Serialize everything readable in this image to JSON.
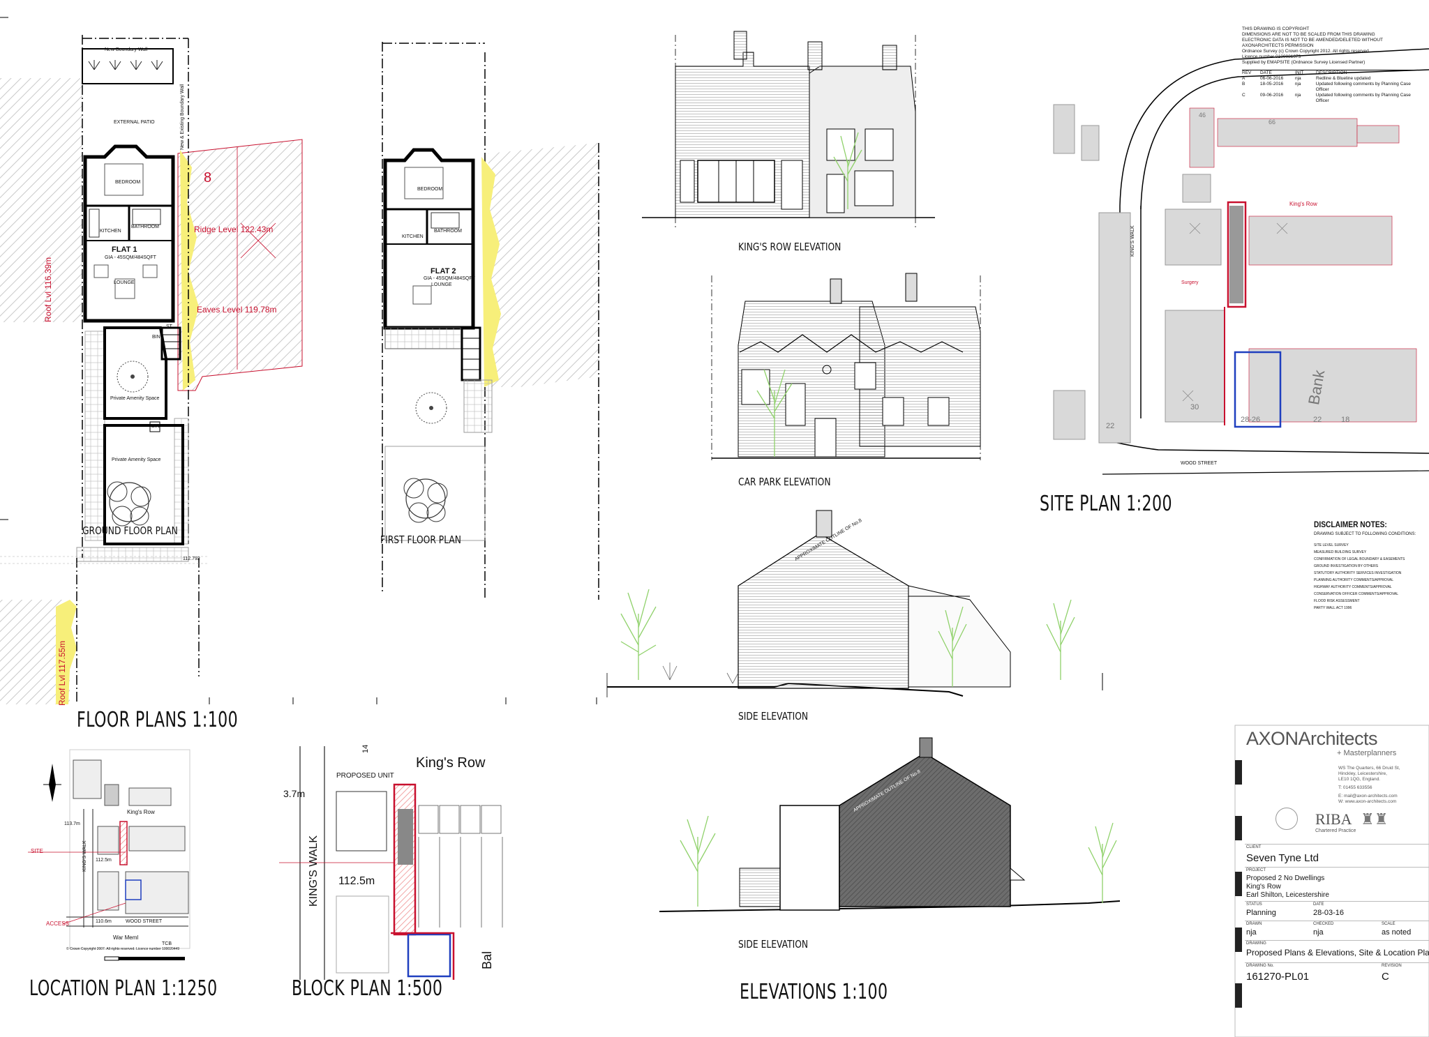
{
  "floor_plans": {
    "title": "FLOOR PLANS 1:100",
    "ground": {
      "label": "GROUND FLOOR PLAN",
      "boundary_wall": "New Boundary Wall",
      "existing_wall": "New & Existing Boundary Wall",
      "patio": "EXTERNAL PATIO",
      "bedroom": "BEDROOM",
      "bathroom": "BATHROOM",
      "kitchen": "KITCHEN",
      "flat": "FLAT 1",
      "flat_area": "GIA - 45SQM/484SQFT",
      "lounge": "LOUNGE",
      "store": "ST",
      "bin1": "BIN",
      "bin2": "BIN",
      "amenity1": "Private Amenity Space",
      "amenity2": "Private Amenity Space",
      "plot_number": "8",
      "ridge": "Ridge Level 122.43m",
      "eaves": "Eaves Level 119.78m",
      "roof_left": "Roof Lvl 116.39m",
      "roof_left2": "Roof Lvl 117.55m",
      "level_mark": "112.792"
    },
    "first": {
      "label": "FIRST FLOOR PLAN",
      "bedroom": "BEDROOM",
      "bathroom": "BATHROOM",
      "kitchen": "KITCHEN",
      "flat": "FLAT 2",
      "flat_area": "GIA - 45SQM/484SQFT",
      "lounge": "LOUNGE"
    }
  },
  "elevations": {
    "title": "ELEVATIONS 1:100",
    "kings_row": "KING'S ROW ELEVATION",
    "car_park": "CAR PARK ELEVATION",
    "side1": "SIDE ELEVATION",
    "side2": "SIDE ELEVATION",
    "party_label": "APPROXIMATE OUTLINE OF No.8"
  },
  "site_plan": {
    "title": "SITE PLAN 1:200",
    "kings_row": "King's Row",
    "kings_walk": "KING'S WALK",
    "surgery": "Surgery",
    "wood_street": "WOOD STREET",
    "bank": "Bank",
    "numbers": [
      "46",
      "66",
      "22",
      "30",
      "28-26",
      "22",
      "18"
    ]
  },
  "location_plan": {
    "title": "LOCATION PLAN 1:1250",
    "kings_row": "King's Row",
    "kings_walk": "KING'S WALK",
    "site": "SITE",
    "access": "ACCESS",
    "wood_street": "WOOD STREET",
    "war_memorial": "War Meml",
    "tcb": "TCB",
    "lvl1": "113.7m",
    "lvl2": "112.5m",
    "lvl3": "110.6m",
    "copyright": "© Crown Copyright 2007. All rights reserved. Licence number 100020449"
  },
  "block_plan": {
    "title": "BLOCK PLAN 1:500",
    "kings_row": "King's Row",
    "kings_walk": "KING'S WALK",
    "proposed": "PROPOSED UNIT",
    "level": "112.5m",
    "level_top": "3.7m",
    "number": "14",
    "bal": "Bal"
  },
  "disclaimer": {
    "heading": "DISCLAIMER NOTES:",
    "sub": "DRAWING SUBJECT TO FOLLOWING CONDITIONS:",
    "items": [
      "SITE LEVEL SURVEY",
      "MEASURED BUILDING SURVEY",
      "CONFIRMATION OF LEGAL BOUNDARY & EASEMENTS",
      "GROUND INVESTIGATION BY OTHERS",
      "STATUTORY AUTHORITY SERVICES INVESTIGATION",
      "PLANNING AUTHORITY COMMENTS/APPROVAL",
      "HIGHWAY AUTHORITY COMMENTS/APPROVAL",
      "CONSERVATION OFFICER COMMENTS/APPROVAL",
      "FLOOD RISK ASSESSMENT",
      "PARTY WALL ACT 1996"
    ]
  },
  "copyright_notes": {
    "lines": [
      "THIS DRAWING IS COPYRIGHT",
      "DIMENSIONS ARE NOT TO BE SCALED FROM THIS DRAWING",
      "ELECTRONIC DATA IS NOT TO BE AMENDED/DELETED WITHOUT",
      "AXONARCHITECTS PERMISSION",
      "Ordnance Survey (c) Crown Copyright 2012. All rights reserved.",
      "Licence number 0100031673",
      "Supplied by EMAPSITE (Ordnance Survey Licensed Partner)"
    ],
    "rev_headers": [
      "REV",
      "DATE",
      "INIT",
      "DESCRIPTION"
    ],
    "revisions": [
      [
        "A",
        "06-06-2016",
        "nja",
        "Redline & Blueline updated"
      ],
      [
        "B",
        "18-05-2016",
        "nja",
        "Updated following comments by Planning Case Officer"
      ],
      [
        "C",
        "09-06-2016",
        "nja",
        "Updated following comments by Planning Case Officer"
      ]
    ]
  },
  "title_block": {
    "firm": "AXONArchitects",
    "firm_sub": "+ Masterplanners",
    "address": [
      "WS The Quarters, 66 Druid St,",
      "Hinckley, Leicestershire,",
      "LE10 1QG, England."
    ],
    "tel": "T: 01455 633556",
    "email": "E: mail@axon-architects.com",
    "web": "W: www.axon-architects.com",
    "riba": "RIBA",
    "riba_sub": "Chartered Practice",
    "client_label": "CLIENT",
    "client": "Seven Tyne Ltd",
    "project_label": "PROJECT",
    "project": [
      "Proposed 2 No Dwellings",
      "King's Row",
      "Earl Shilton, Leicestershire"
    ],
    "status_label": "STATUS",
    "status": "Planning",
    "date_label": "DATE",
    "date": "28-03-16",
    "drawn_label": "DRAWN",
    "drawn": "nja",
    "checked_label": "CHECKED",
    "checked": "nja",
    "scale_label": "SCALE",
    "scale": "as noted",
    "drawing_label": "DRAWING",
    "drawing": "Proposed Plans & Elevations, Site & Location Plan",
    "number_label": "DRAWING No.",
    "number": "161270-PL01",
    "revision_label": "REVISION",
    "revision": "C"
  },
  "colors": {
    "red": "#c8102e",
    "blue": "#1f3fbf",
    "yellow": "#f7ef7a",
    "hatch": "#d9d9d9",
    "tree": "#8fd16a"
  }
}
